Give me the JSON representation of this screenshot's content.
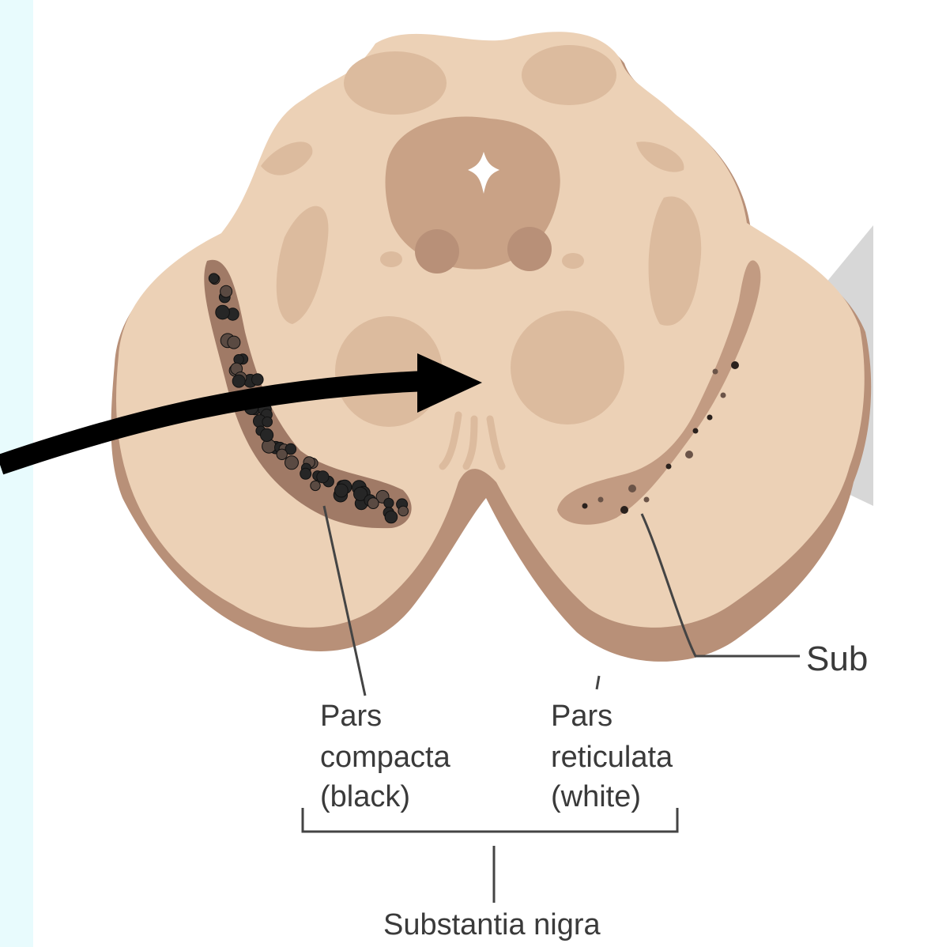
{
  "labels": {
    "pars_compacta": [
      "Pars",
      "compacta",
      "(black)"
    ],
    "pars_reticulata": [
      "Pars",
      "reticulata",
      "(white)"
    ],
    "substantia_nigra": "Substantia nigra",
    "cut_off_label": "Sub"
  },
  "colors": {
    "background": "#e8fbfd",
    "panel": "#ffffff",
    "tissue_light": "#e9cdb1",
    "tissue_dark": "#c9a286",
    "tissue_medium": "#b89078",
    "outline": "#a77d66",
    "pigmented_neurons": "#262626",
    "arrow": "#000000",
    "label_text": "#3a3a3a"
  }
}
